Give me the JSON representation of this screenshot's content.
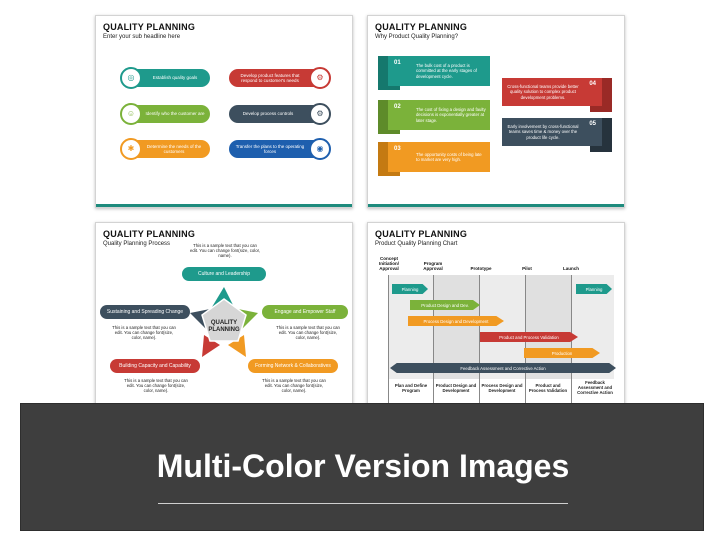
{
  "slides": {
    "s1": {
      "title": "QUALITY PLANNING",
      "subtitle": "Enter your sub headline here",
      "left_items": [
        {
          "label": "Establish quality goals",
          "color": "#1e9a8c",
          "icon": "target-icon"
        },
        {
          "label": "Identify who the customer are",
          "color": "#7bb23a",
          "icon": "customer-icon"
        },
        {
          "label": "Determine the needs of the customers",
          "color": "#f19a22",
          "icon": "needs-icon"
        }
      ],
      "right_items": [
        {
          "label": "Develop product features that respond to customer's needs",
          "color": "#c73a35",
          "icon": "gears-icon"
        },
        {
          "label": "Develop process controls",
          "color": "#3d4f5e",
          "icon": "controls-icon"
        },
        {
          "label": "Transfer the plans to the operating forces",
          "color": "#1e5fae",
          "icon": "transfer-icon"
        }
      ]
    },
    "s2": {
      "title": "QUALITY PLANNING",
      "subtitle": "Why Product Quality Planning?",
      "items": [
        {
          "num": "01",
          "text": "The bulk cost of a product is committed at the early stages of development cycle.",
          "color": "#1e9a8c"
        },
        {
          "num": "02",
          "text": "The cost of fixing a design and faulty decisions is exponentially greater at later stage.",
          "color": "#7bb23a"
        },
        {
          "num": "03",
          "text": "The opportunity costs of being late to market are very high.",
          "color": "#f19a22"
        },
        {
          "num": "04",
          "text": "Cross-functional teams provide better quality solution to complex product development problems.",
          "color": "#c73a35"
        },
        {
          "num": "05",
          "text": "Early involvement by cross-functional teams saves time & money over the product life cycle.",
          "color": "#3d4f5e"
        }
      ]
    },
    "s3": {
      "title": "QUALITY PLANNING",
      "subtitle": "Quality Planning Process",
      "center_line1": "QUALITY",
      "center_line2": "PLANNING",
      "sample_text": "This is a sample text that you can edit. You can change font(size, color, name).",
      "steps": [
        {
          "label": "Culture and Leadership",
          "color": "#1e9a8c"
        },
        {
          "label": "Engage and Empower Staff",
          "color": "#7bb23a"
        },
        {
          "label": "Forming Network & Collaboratives",
          "color": "#f19a22"
        },
        {
          "label": "Building Capacity and Capability",
          "color": "#c73a35"
        },
        {
          "label": "Sustaining and Spreading Change",
          "color": "#3d4f5e"
        }
      ]
    },
    "s4": {
      "title": "QUALITY PLANNING",
      "subtitle": "Product Quality Planning Chart",
      "phases": [
        "Concept Initiation/ Approval",
        "Program Approval",
        "Prototype",
        "Pilot",
        "Launch"
      ],
      "bars": [
        {
          "label": "Planning",
          "color": "#1e9a8c"
        },
        {
          "label": "Planning",
          "color": "#1e9a8c"
        },
        {
          "label": "Product Design and Dev.",
          "color": "#7bb23a"
        },
        {
          "label": "Process Design and Development",
          "color": "#f19a22"
        },
        {
          "label": "Product and Process Validation",
          "color": "#c73a35"
        },
        {
          "label": "Production",
          "color": "#f19a22"
        },
        {
          "label": "Feedback Assessment and Corrective Action",
          "color": "#3d4f5e"
        }
      ],
      "footers": [
        "Plan and Define Program",
        "Product Design and Development",
        "Process Design and Development",
        "Product and Process Validation",
        "Feedback Assessment and Corrective Action"
      ]
    }
  },
  "banner": {
    "title": "Multi-Color Version Images"
  }
}
